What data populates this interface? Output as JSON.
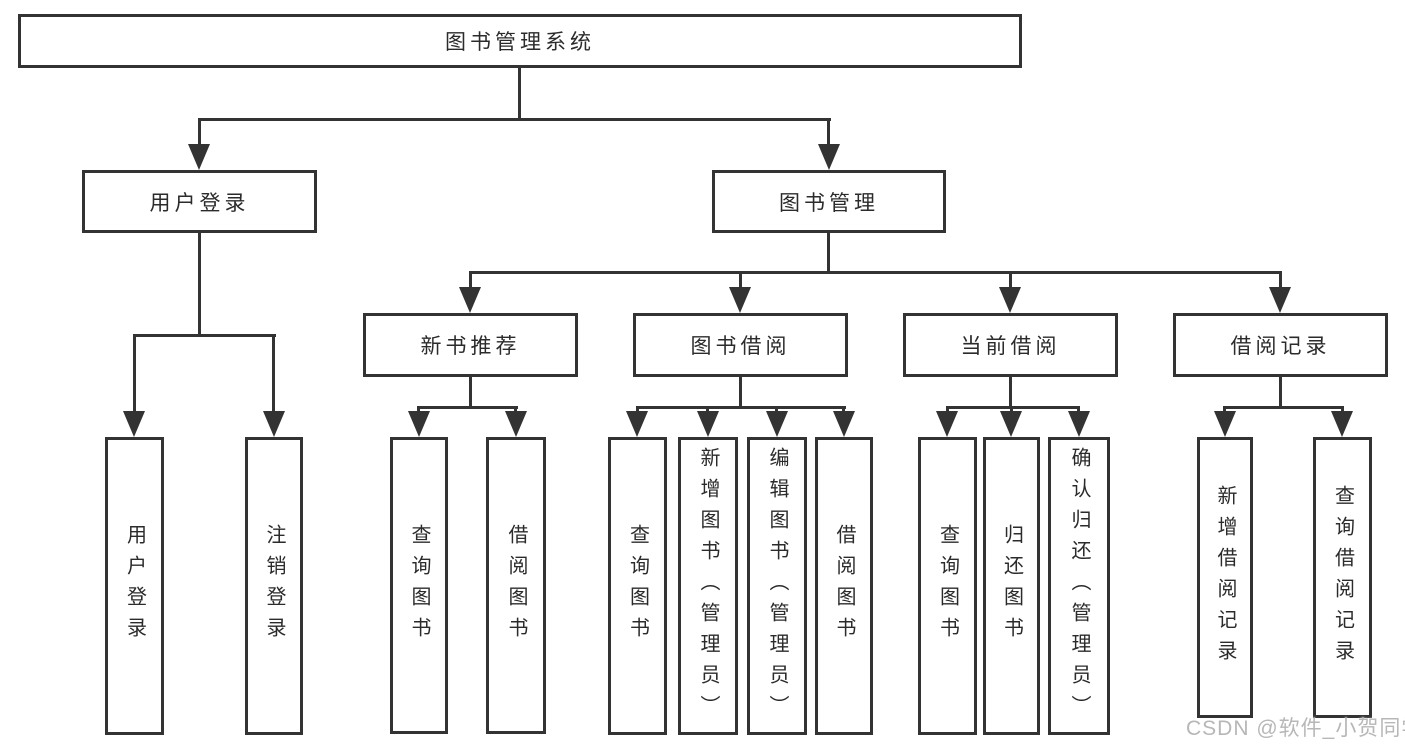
{
  "watermark": "CSDN @软件_小贺同学",
  "colors": {
    "line": "#333333",
    "text": "#2b2b2b",
    "background": "#ffffff",
    "watermark": "#b7b7b7"
  },
  "tree": {
    "label": "图书管理系统",
    "children": [
      {
        "label": "用户登录",
        "children": [
          {
            "label": "用户登录"
          },
          {
            "label": "注销登录"
          }
        ]
      },
      {
        "label": "图书管理",
        "children": [
          {
            "label": "新书推荐",
            "children": [
              {
                "label": "查询图书"
              },
              {
                "label": "借阅图书"
              }
            ]
          },
          {
            "label": "图书借阅",
            "children": [
              {
                "label": "查询图书"
              },
              {
                "label": "新增图书（管理员）"
              },
              {
                "label": "编辑图书（管理员）"
              },
              {
                "label": "借阅图书"
              }
            ]
          },
          {
            "label": "当前借阅",
            "children": [
              {
                "label": "查询图书"
              },
              {
                "label": "归还图书"
              },
              {
                "label": "确认归还（管理员）"
              }
            ]
          },
          {
            "label": "借阅记录",
            "children": [
              {
                "label": "新增借阅记录"
              },
              {
                "label": "查询借阅记录"
              }
            ]
          }
        ]
      }
    ]
  }
}
